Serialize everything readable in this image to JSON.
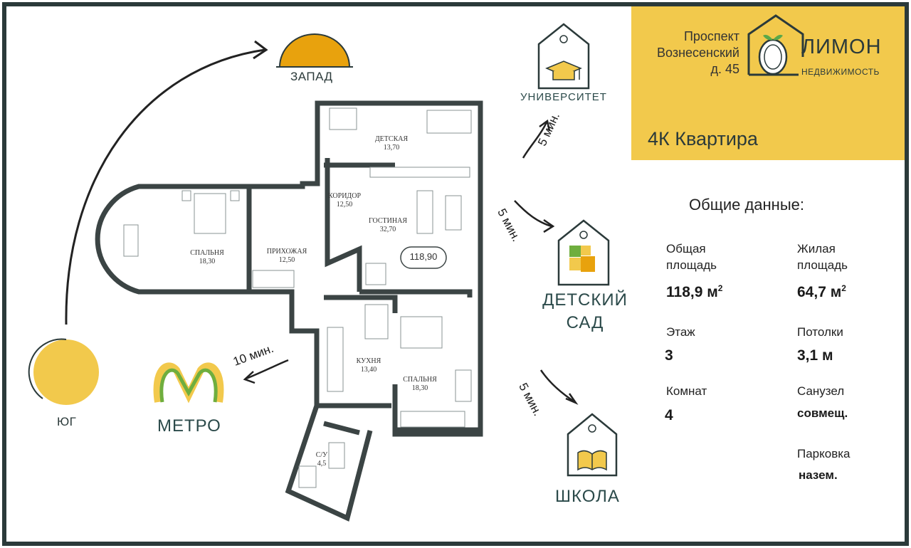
{
  "brand": {
    "address_lines": [
      "Проспект",
      "Вознесенский",
      "д. 45"
    ],
    "name": "ЛИМОН",
    "subtitle": "НЕДВИЖИМОСТЬ",
    "accent_color": "#f2c94c",
    "dark_color": "#2b3a3a"
  },
  "apartment_title": "4К Квартира",
  "info": {
    "heading": "Общие данные:",
    "items": [
      {
        "label_lines": [
          "Общая",
          "площадь"
        ],
        "value": "118,9 м",
        "sup": "2"
      },
      {
        "label_lines": [
          "Жилая",
          "площадь"
        ],
        "value": "64,7 м",
        "sup": "2"
      },
      {
        "label": "Этаж",
        "value": "3"
      },
      {
        "label": "Потолки",
        "value": "3,1 м"
      },
      {
        "label": "Комнат",
        "value": "4"
      },
      {
        "label": "Санузел",
        "value": "совмещ."
      },
      {
        "label": "Парковка",
        "value": "назем."
      }
    ]
  },
  "directions": {
    "west": "ЗАПАД",
    "south": "ЮГ"
  },
  "pois": {
    "university": "УНИВЕРСИТЕТ",
    "kindergarten_lines": [
      "ДЕТСКИЙ",
      "САД"
    ],
    "school": "ШКОЛА",
    "metro": "МЕТРО"
  },
  "walk_times": {
    "university": "5 мин.",
    "kindergarten": "5 мин.",
    "school": "5 мин.",
    "metro": "10 мин."
  },
  "rooms": [
    {
      "name": "ДЕТСКАЯ",
      "area": "13,70"
    },
    {
      "name": "КОРИДОР",
      "area": "12,50"
    },
    {
      "name": "ГОСТИНАЯ",
      "area": "32,70"
    },
    {
      "name": "СПАЛЬНЯ",
      "area": "18,30"
    },
    {
      "name": "ПРИХОЖАЯ",
      "area": "12,50"
    },
    {
      "name": "КУХНЯ",
      "area": "13,40"
    },
    {
      "name": "СПАЛЬНЯ",
      "area": "18,30"
    },
    {
      "name": "С/У",
      "area": "4,5"
    }
  ],
  "total_area_badge": "118,90"
}
